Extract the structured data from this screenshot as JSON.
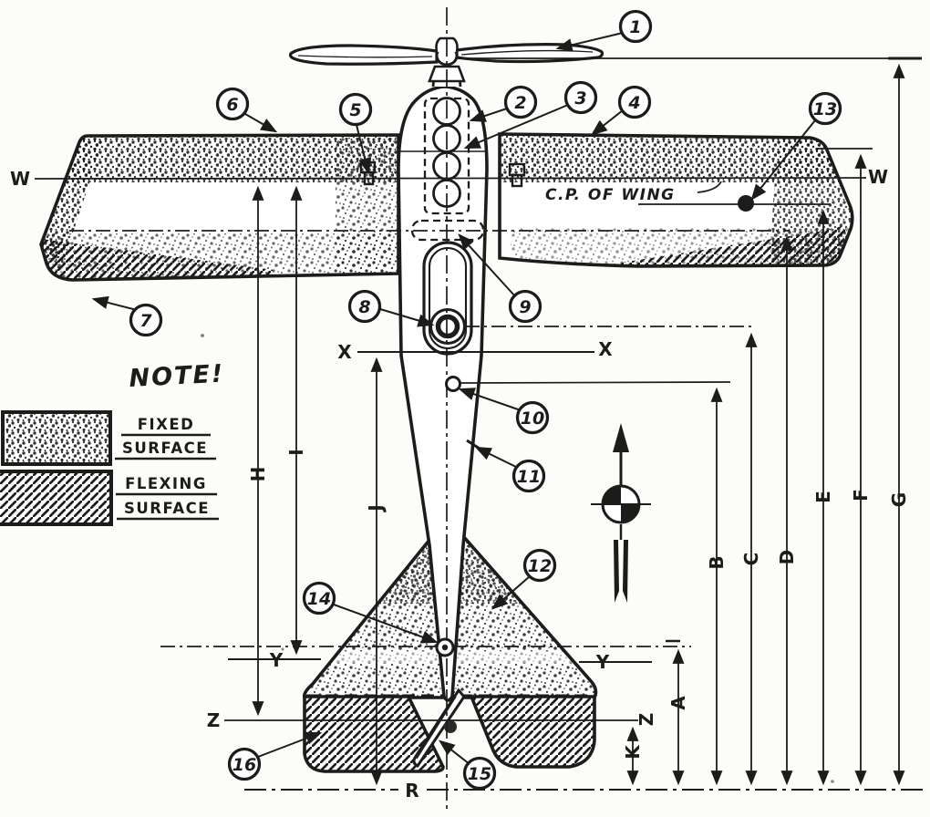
{
  "title": "Model airplane plan diagram (top view) with numbered parts and dimension letters",
  "colors": {
    "ink": "#1c1c1a",
    "paper": "#fcfcfa"
  },
  "note": {
    "title": "NOTE!"
  },
  "legend": {
    "fixed": {
      "line1": "FIXED",
      "line2": "SURFACE",
      "pattern": "stipple-dots"
    },
    "flexing": {
      "line1": "FLEXING",
      "line2": "SURFACE",
      "pattern": "diagonal-hatch"
    }
  },
  "annotations": {
    "cp_of_wing": "C.P. OF WING"
  },
  "callouts": {
    "c1": "1",
    "c2": "2",
    "c3": "3",
    "c4": "4",
    "c5": "5",
    "c6": "6",
    "c7": "7",
    "c8": "8",
    "c9": "9",
    "c10": "10",
    "c11": "11",
    "c12": "12",
    "c13": "13",
    "c14": "14",
    "c15": "15",
    "c16": "16"
  },
  "dims": {
    "W_left": "W",
    "W_right": "W",
    "X_left": "X",
    "X_right": "X",
    "Y_left": "Y",
    "Y_right": "Y",
    "Z_left": "Z",
    "Z_right": "Z",
    "A": "A",
    "B": "B",
    "C": "C",
    "D": "D",
    "E": "E",
    "F": "F",
    "G": "G",
    "H": "H",
    "I": "I",
    "J": "J",
    "K": "K",
    "R": "R"
  },
  "icons": {
    "cg_symbol": "center-of-gravity-symbol",
    "propeller": "propeller",
    "cp_dot": "center-of-pressure-dot"
  }
}
